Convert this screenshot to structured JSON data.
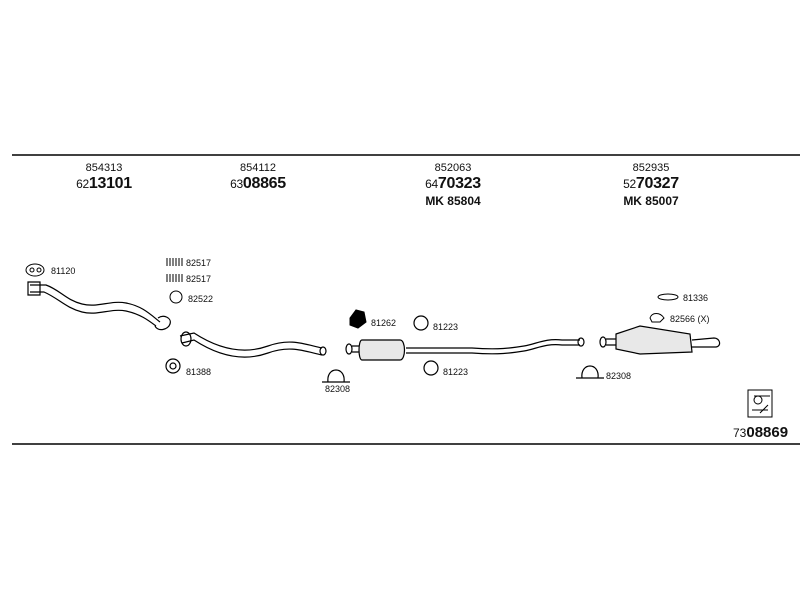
{
  "columns": [
    {
      "part_no": "854313",
      "number_prefix": "62",
      "number_main": "13101",
      "mk": ""
    },
    {
      "part_no": "854112",
      "number_prefix": "63",
      "number_main": "08865",
      "mk": ""
    },
    {
      "part_no": "852063",
      "number_prefix": "64",
      "number_main": "70323",
      "mk": "MK 85804"
    },
    {
      "part_no": "852935",
      "number_prefix": "52",
      "number_main": "70327",
      "mk": "MK 85007"
    }
  ],
  "parts": {
    "p81120": "81120",
    "p82517a": "82517",
    "p82517b": "82517",
    "p82522": "82522",
    "p81388": "81388",
    "p81262": "81262",
    "p81223a": "81223",
    "p82308a": "82308",
    "p81223b": "81223",
    "p81336": "81336",
    "p82566": "82566 (X)",
    "p82308b": "82308"
  },
  "reference": {
    "prefix": "73",
    "main": "08869"
  },
  "icons": [
    "gasket-icon",
    "spring-icon",
    "ring-gasket-icon",
    "clamp-icon",
    "rubber-mount-icon",
    "bracket-icon",
    "catalog-logo-icon"
  ]
}
